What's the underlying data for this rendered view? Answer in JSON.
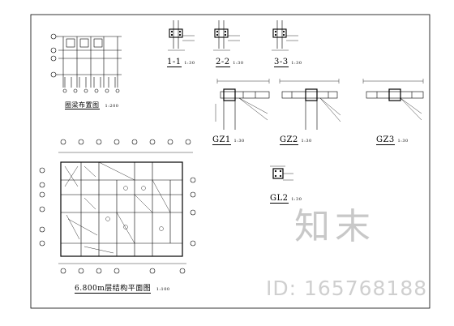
{
  "drawings": {
    "ring_beam_plan": {
      "title": "圈梁布置图",
      "scale": "1:200"
    },
    "section_1": {
      "label": "1-1",
      "scale": "1:30"
    },
    "section_2": {
      "label": "2-2",
      "scale": "1:30"
    },
    "section_3": {
      "label": "3-3",
      "scale": "1:30"
    },
    "gz1": {
      "label": "GZ1",
      "scale": "1:30"
    },
    "gz2": {
      "label": "GZ2",
      "scale": "1:30"
    },
    "gz3": {
      "label": "GZ3",
      "scale": "1:30"
    },
    "gl2": {
      "label": "GL2",
      "scale": "1:30"
    },
    "floor_plan": {
      "title": "6.800m层结构平面图",
      "scale": "1:100"
    }
  },
  "watermark": {
    "brand": "知末",
    "id": "ID: 165768188"
  }
}
